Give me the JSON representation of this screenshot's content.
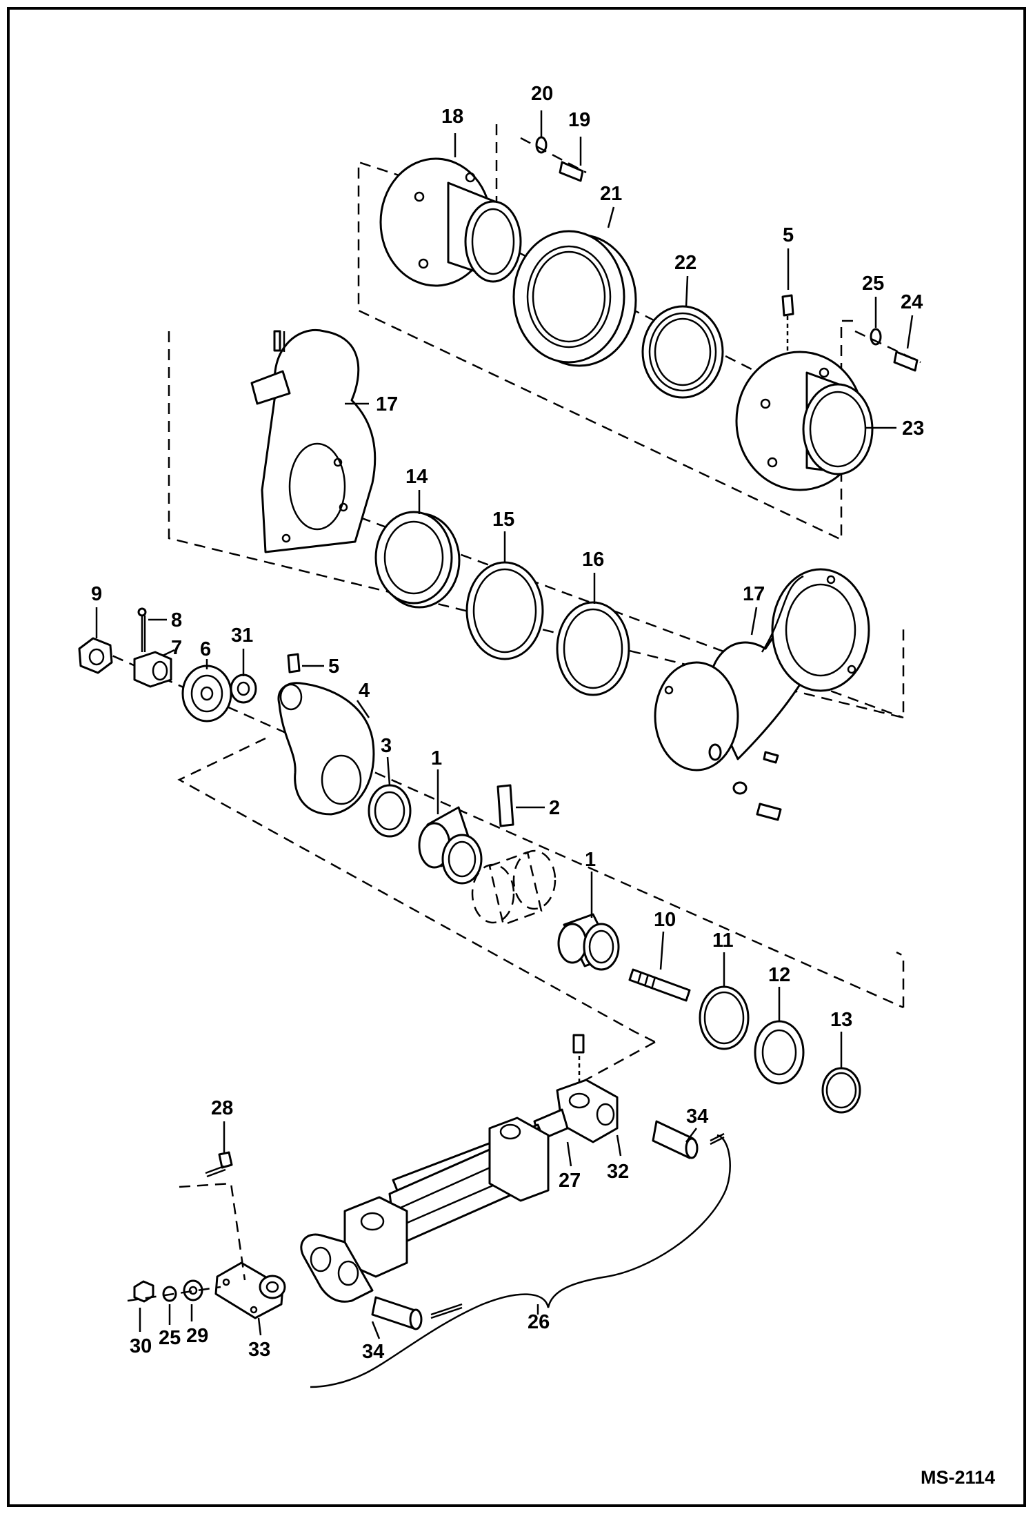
{
  "drawing_code": "MS-2114",
  "callouts": [
    "1",
    "2",
    "3",
    "4",
    "5",
    "6",
    "7",
    "8",
    "9",
    "10",
    "11",
    "12",
    "13",
    "14",
    "15",
    "16",
    "17",
    "18",
    "19",
    "20",
    "21",
    "22",
    "23",
    "24",
    "25",
    "26",
    "27",
    "28",
    "29",
    "30",
    "31",
    "32",
    "33",
    "34"
  ]
}
